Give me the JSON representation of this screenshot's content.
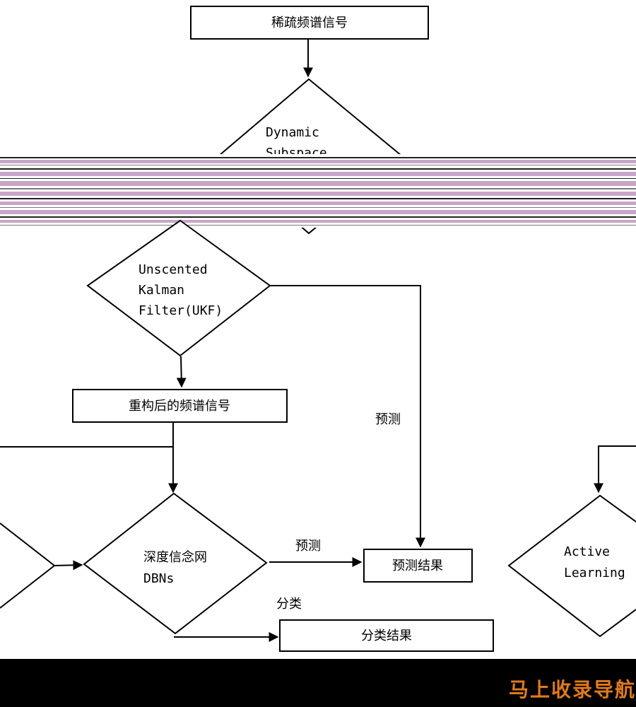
{
  "nodes": {
    "sparse_signal": "稀疏频谱信号",
    "dynamic_subspace": [
      "Dynamic",
      "Subspace"
    ],
    "ukf": [
      "Unscented",
      "Kalman",
      "Filter(UKF)"
    ],
    "reconstructed_signal": "重构后的频谱信号",
    "dbns": [
      "深度信念网",
      "DBNs"
    ],
    "prediction_result": "预测结果",
    "classification_result": "分类结果",
    "active_learning": [
      "Active",
      "Learning"
    ]
  },
  "edge_labels": {
    "predict_ukf": "预测",
    "predict_dbn": "预测",
    "classify_dbn": "分类"
  },
  "watermark": "马上收录导航",
  "colors": {
    "line": "#000000",
    "band_tint": "#c7a6c7",
    "footer": "#000000",
    "watermark": "#e07a1a"
  }
}
